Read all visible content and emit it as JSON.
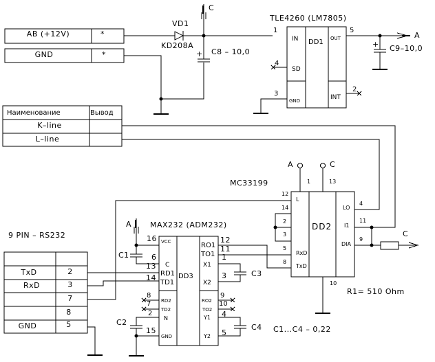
{
  "power_connector": {
    "rows": [
      {
        "name": "AB (+12V)",
        "pin": "*"
      },
      {
        "name": "GND",
        "pin": "*"
      }
    ]
  },
  "vd1": {
    "ref": "VD1",
    "part": "KD208A"
  },
  "c8": {
    "label": "C8 – 10,0",
    "polarity": "+"
  },
  "c9": {
    "label": "C9–10,0",
    "polarity": "+"
  },
  "net_c": "C",
  "net_a": "A",
  "dd1": {
    "title": "TLE4260 (LM7805)",
    "ref": "DD1",
    "pins": {
      "in": "IN",
      "sd": "SD",
      "gnd": "GND",
      "out": "OUT",
      "int": "INT"
    },
    "pin_numbers": {
      "in": "1",
      "sd": "4",
      "gnd": "3",
      "out": "5",
      "int": "2"
    }
  },
  "kline_table": {
    "headers": [
      "Наименование",
      "Вывод"
    ],
    "rows": [
      {
        "name": "K–line",
        "pin": ""
      },
      {
        "name": "L–line",
        "pin": ""
      }
    ]
  },
  "dd2": {
    "title": "MC33199",
    "ref": "DD2",
    "left_pins": [
      {
        "num": "12",
        "name": "L"
      },
      {
        "num": "14",
        "name": ""
      },
      {
        "num": "2",
        "name": ""
      },
      {
        "num": "3",
        "name": ""
      },
      {
        "num": "5",
        "name": "RxD"
      },
      {
        "num": "8",
        "name": "TxD"
      }
    ],
    "right_pins": [
      {
        "num": "4",
        "name": "LO"
      },
      {
        "num": "11",
        "name": "I1"
      },
      {
        "num": "9",
        "name": "DIA"
      }
    ],
    "top_pins": [
      {
        "num": "1",
        "net": "A"
      },
      {
        "num": "13",
        "net": "C"
      }
    ],
    "bottom_pin": "10"
  },
  "r1": {
    "label": "R1= 510 Ohm",
    "net": "C"
  },
  "rs232": {
    "title": "9 PIN – RS232",
    "rows": [
      {
        "name": "",
        "pin": ""
      },
      {
        "name": "TxD",
        "pin": "2"
      },
      {
        "name": "RxD",
        "pin": "3"
      },
      {
        "name": "",
        "pin": "7"
      },
      {
        "name": "",
        "pin": "8"
      },
      {
        "name": "GND",
        "pin": "5"
      }
    ]
  },
  "dd3": {
    "title": "MAX232 (ADM232)",
    "ref": "DD3",
    "left_pins": [
      {
        "num": "16",
        "name": "VCC"
      },
      {
        "num": "6",
        "name": ""
      },
      {
        "num": "13",
        "name": "C"
      },
      {
        "num": "",
        "name": "RD1"
      },
      {
        "num": "14",
        "name": "TD1"
      },
      {
        "num": "8",
        "name": "RD2"
      },
      {
        "num": "7",
        "name": "TD2"
      },
      {
        "num": "2",
        "name": "N"
      },
      {
        "num": "15",
        "name": "GND"
      }
    ],
    "right_pins": [
      {
        "num": "12",
        "name": "RO1"
      },
      {
        "num": "11",
        "name": "TO1"
      },
      {
        "num": "1",
        "name": "X1"
      },
      {
        "num": "3",
        "name": "X2"
      },
      {
        "num": "9",
        "name": "RO2"
      },
      {
        "num": "10",
        "name": "TO2"
      },
      {
        "num": "4",
        "name": "Y1"
      },
      {
        "num": "5",
        "name": "Y2"
      }
    ]
  },
  "caps": {
    "c1": "C1",
    "c2": "C2",
    "c3": "C3",
    "c4": "C4"
  },
  "caps_note": "C1...C4 – 0,22"
}
